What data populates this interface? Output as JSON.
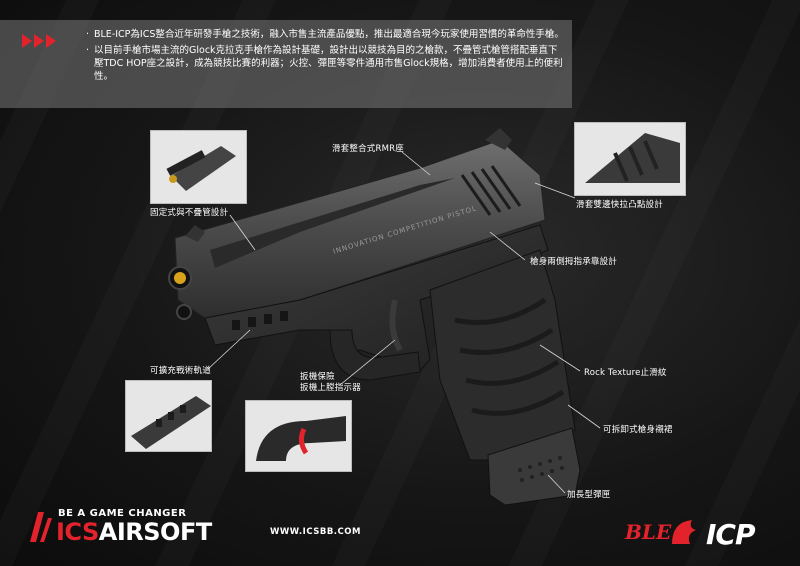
{
  "intro": {
    "bullets": [
      "BLE-ICP為ICS整合近年研發手槍之技術，融入市售主流產品優點，推出最適合現今玩家使用習慣的革命性手槍。",
      "以目前手槍市場主流的Glock克拉克手槍作為設計基礎，設計出以競技為目的之槍款，不疊管式槍管搭配垂直下壓TDC HOP座之設計，成為競技比賽的利器；火控、彈匣等零件通用市售Glock規格，增加消費者使用上的便利性。"
    ]
  },
  "labels": {
    "rmr": "滑套整合式RMR座",
    "barrel": "固定式與不疊管設計",
    "serrations": "滑套雙邊快拉凸點設計",
    "thumb_rest": "槍身兩側拇指承靠設計",
    "rail": "可擴充戰術軌道",
    "trigger_line1": "扳機保險",
    "trigger_line2": "扳機上膛指示器",
    "texture": "Rock Texture止滑紋",
    "backstrap": "可拆卸式槍身襯裙",
    "magazine": "加長型彈匣"
  },
  "slide_engraving": "INNOVATION COMPETITION PISTOL",
  "footer": {
    "tagline": "BE A GAME CHANGER",
    "brand_a": "ICS",
    "brand_b": "AIRSOFT",
    "url": "WWW.ICSBB.COM",
    "ble": "BLE",
    "icp": "ICP"
  },
  "colors": {
    "accent": "#e3232c",
    "panel": "#8a8a8a"
  }
}
